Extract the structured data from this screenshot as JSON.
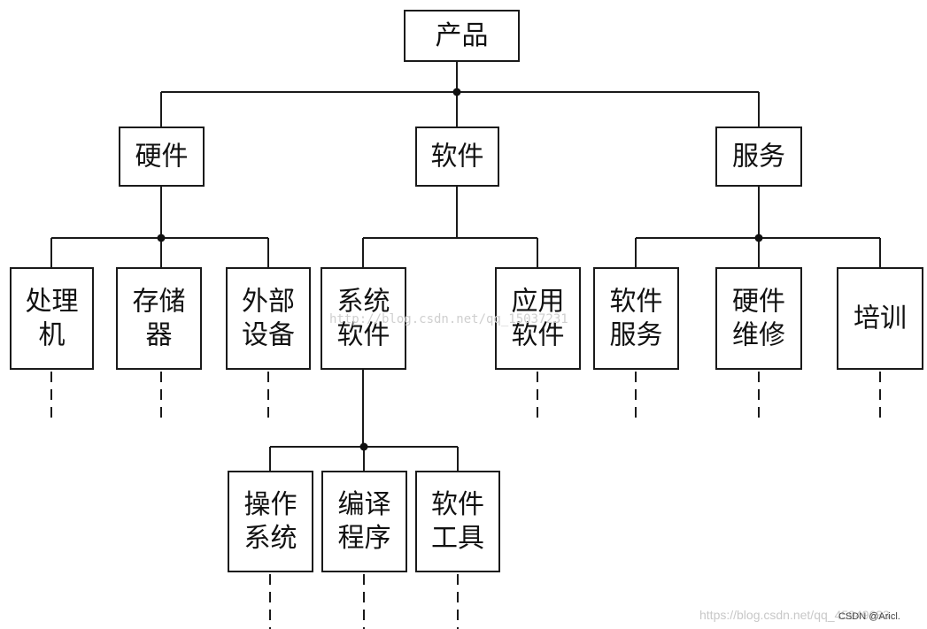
{
  "nodes": {
    "product": {
      "lines": [
        "产品"
      ]
    },
    "hardware": {
      "lines": [
        "硬件"
      ]
    },
    "software": {
      "lines": [
        "软件"
      ]
    },
    "services": {
      "lines": [
        "服务"
      ]
    },
    "processor": {
      "lines": [
        "处理",
        "机"
      ]
    },
    "storage": {
      "lines": [
        "存储",
        "器"
      ]
    },
    "peripherals": {
      "lines": [
        "外部",
        "设备"
      ]
    },
    "system_software": {
      "lines": [
        "系统",
        "软件"
      ]
    },
    "application_software": {
      "lines": [
        "应用",
        "软件"
      ]
    },
    "software_services": {
      "lines": [
        "软件",
        "服务"
      ]
    },
    "hardware_repair": {
      "lines": [
        "硬件",
        "维修"
      ]
    },
    "training": {
      "lines": [
        "培训"
      ]
    },
    "operating_system": {
      "lines": [
        "操作",
        "系统"
      ]
    },
    "compiler": {
      "lines": [
        "编译",
        "程序"
      ]
    },
    "software_tools": {
      "lines": [
        "软件",
        "工具"
      ]
    }
  },
  "watermark": {
    "center": "http://blog.csdn.net/qq_15037231",
    "corner": "https://blog.csdn.net/qq_45949633",
    "corner_label": "CSDN @Aricl."
  }
}
